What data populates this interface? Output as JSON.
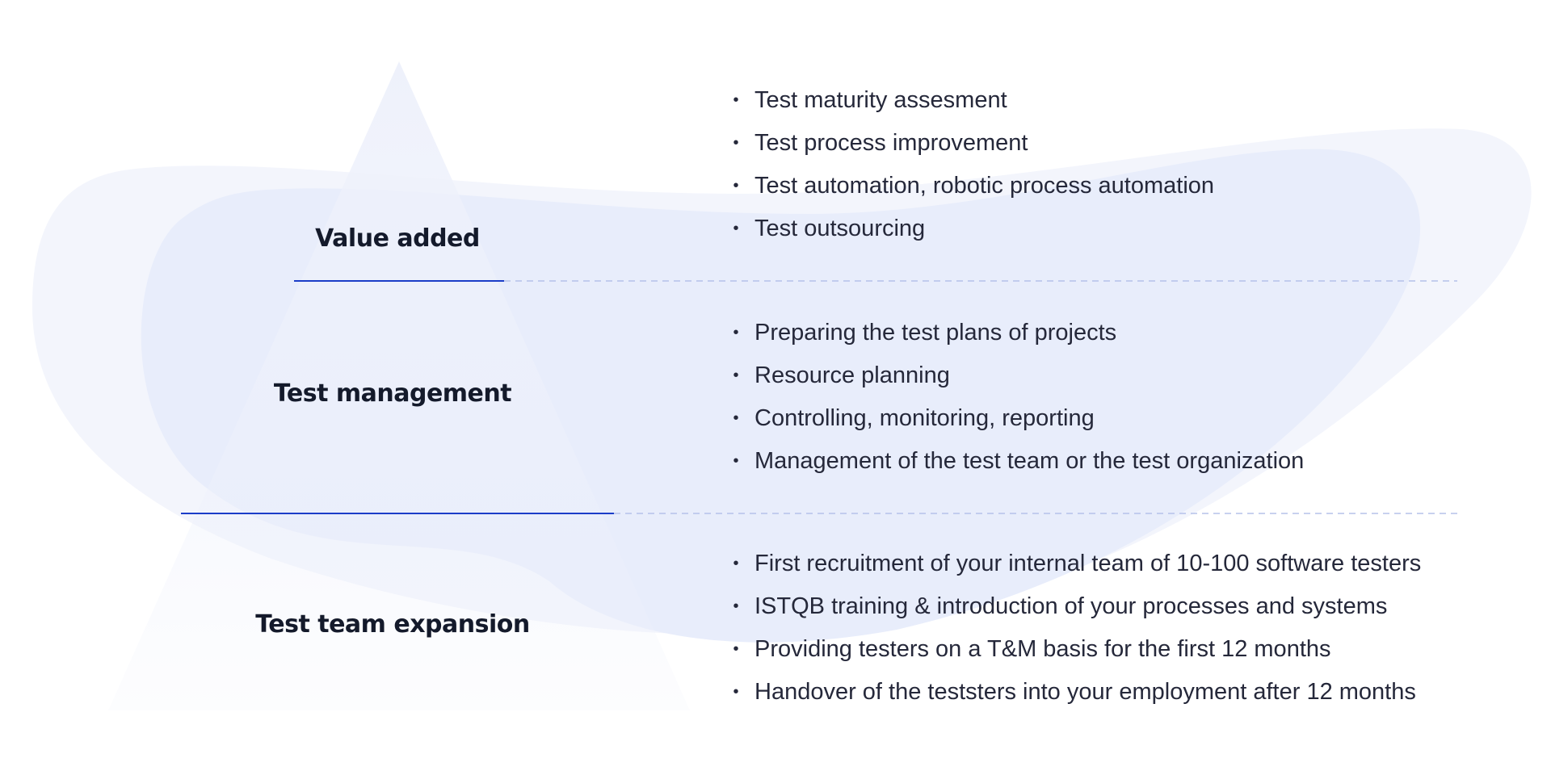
{
  "colors": {
    "accent_line": "#1b3dc8",
    "dashed_line": "#b5c2ea",
    "blob_outer": "#f3f5fc",
    "blob_inner": "#e8edfb",
    "triangle": "#eef1fb",
    "label_text": "#141a2b",
    "bullet_text": "#25283a"
  },
  "bullet_symbol": "•",
  "tiers": [
    {
      "label": "Value added",
      "items": [
        "Test maturity assesment",
        "Test process improvement",
        "Test automation, robotic process automation",
        "Test outsourcing"
      ]
    },
    {
      "label": "Test management",
      "items": [
        "Preparing the test plans of projects",
        "Resource planning",
        "Controlling, monitoring, reporting",
        "Management of the test team or the test organization"
      ]
    },
    {
      "label": "Test team expansion",
      "items": [
        "First recruitment of your internal team of 10-100 software testers",
        "ISTQB training & introduction of your processes and systems",
        "Providing testers on a T&M basis for the first 12 months",
        "Handover of the teststers into your employment after 12 months"
      ]
    }
  ]
}
